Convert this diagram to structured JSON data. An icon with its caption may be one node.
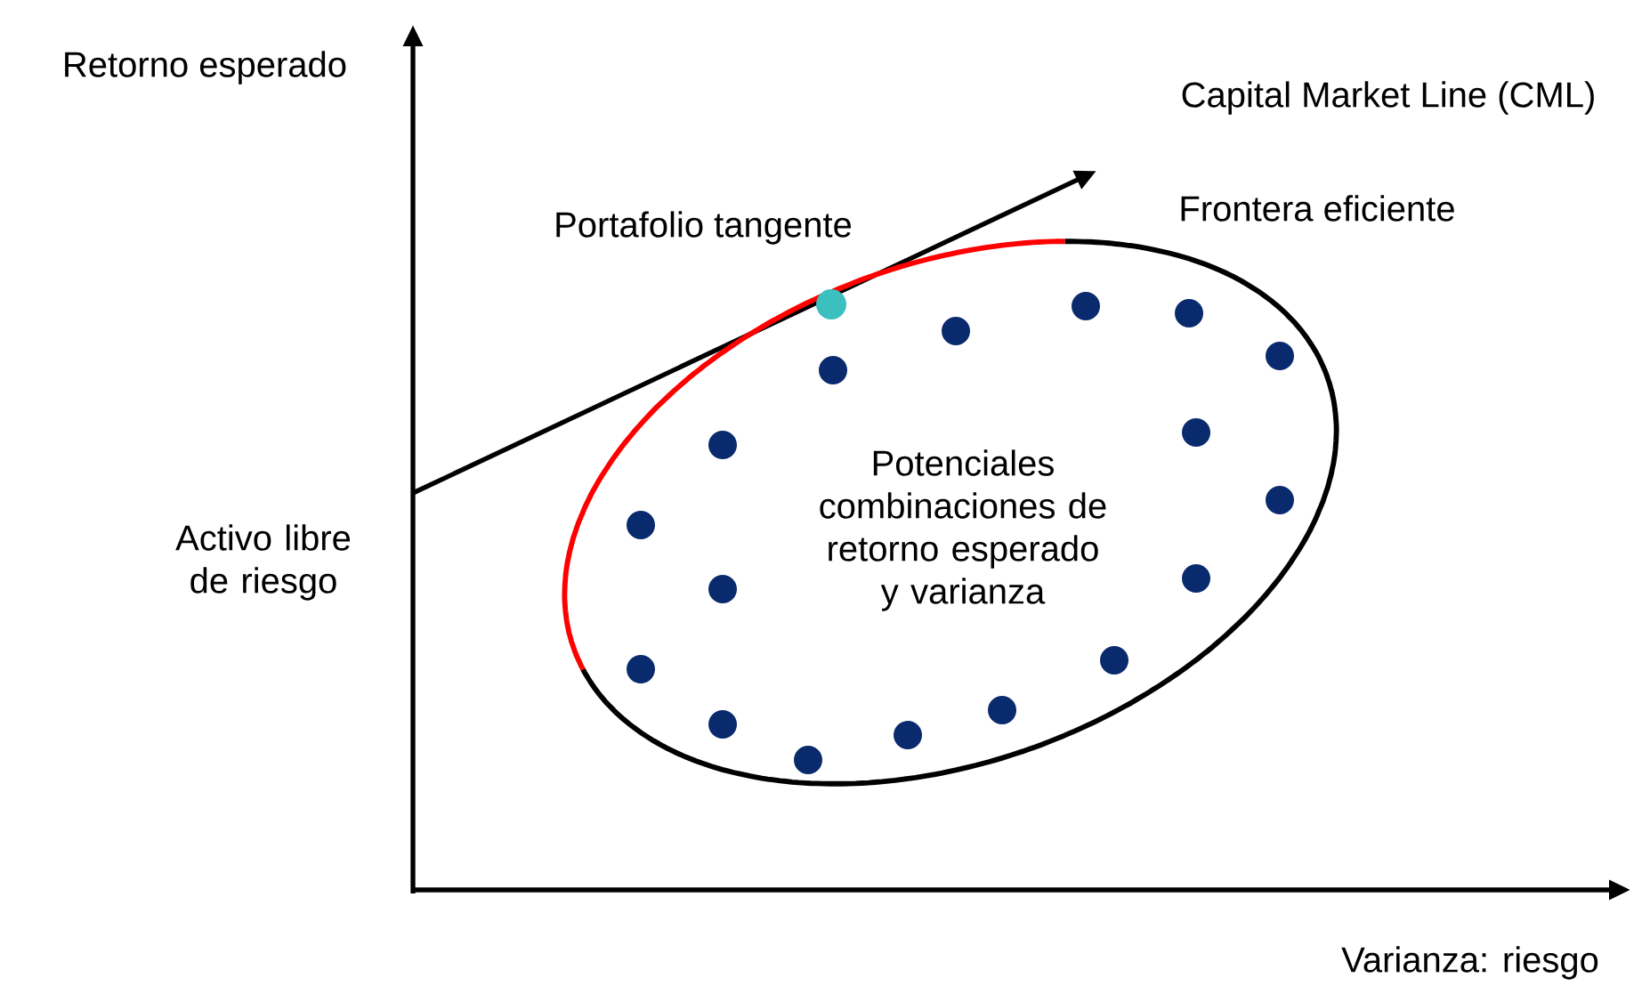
{
  "diagram": {
    "nodes": [
      {
        "text": [
          "Potenciales combinaciones de retorno esperado y varianza"
        ]
      }
    ],
    "labels": [
      "Retorno esperado",
      "Capital Market Line (CML)",
      "Frontera eficiente",
      "Portafolio tangente",
      "Activo libre de riesgo",
      "Varianza: riesgo"
    ]
  }
}
